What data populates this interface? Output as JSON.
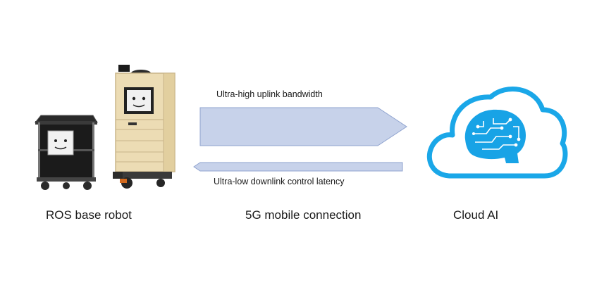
{
  "robot": {
    "label": "ROS base robot"
  },
  "link": {
    "label": "5G mobile connection",
    "uplink_label": "Ultra-high uplink bandwidth",
    "downlink_label": "Ultra-low downlink control latency"
  },
  "cloud": {
    "label": "Cloud AI"
  },
  "colors": {
    "arrow_fill": "#c7d2ea",
    "arrow_stroke": "#8fa3cf",
    "cloud_blue": "#1aa7e8",
    "robot_wood": "#ecdcb4",
    "robot_black": "#1b1b1b"
  },
  "icons": {
    "black_robot": "robot-cart-icon",
    "wood_robot": "robot-cabinet-icon",
    "cloud": "cloud-brain-icon"
  }
}
